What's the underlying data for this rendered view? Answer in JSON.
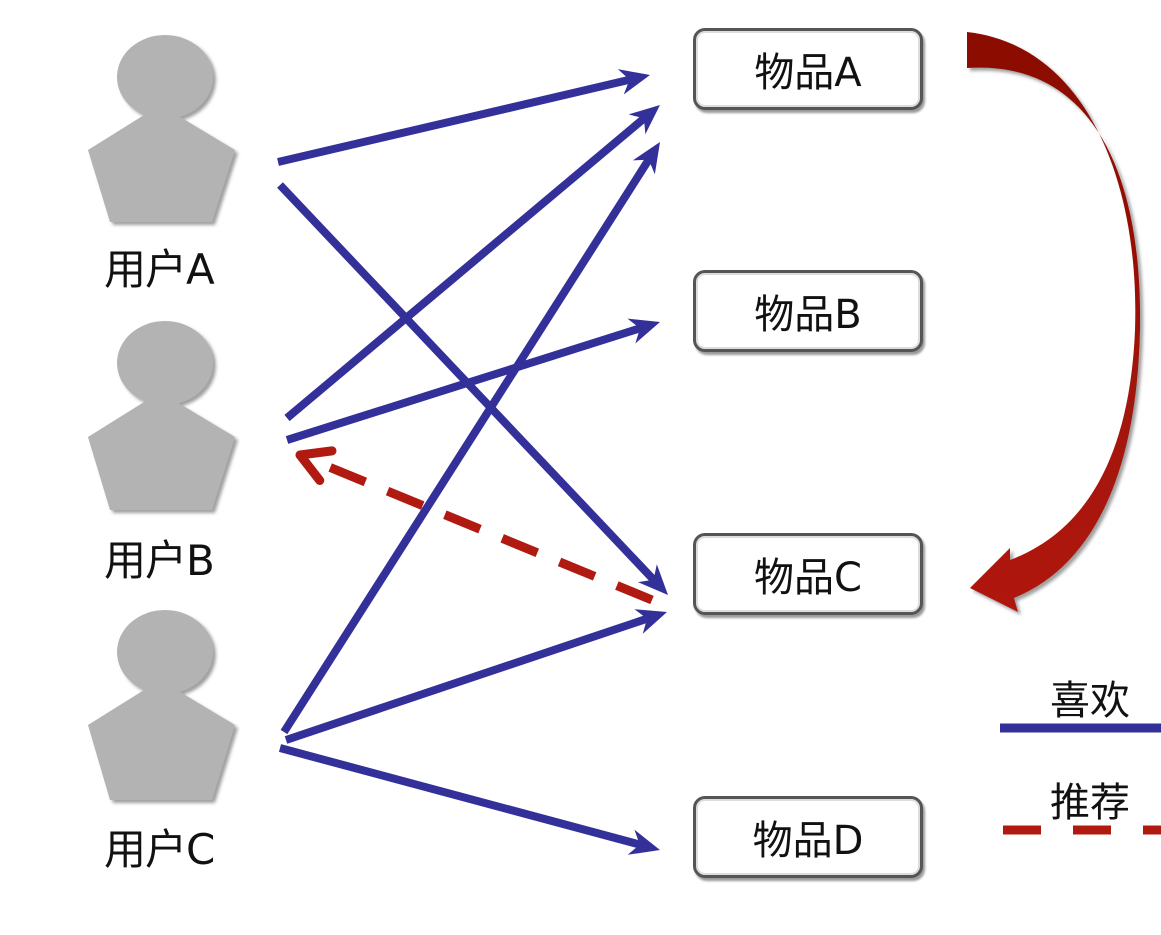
{
  "users": [
    {
      "id": "A",
      "label": "用户A"
    },
    {
      "id": "B",
      "label": "用户B"
    },
    {
      "id": "C",
      "label": "用户C"
    }
  ],
  "items": [
    {
      "id": "A",
      "label": "物品A"
    },
    {
      "id": "B",
      "label": "物品B"
    },
    {
      "id": "C",
      "label": "物品C"
    },
    {
      "id": "D",
      "label": "物品D"
    }
  ],
  "likes": [
    {
      "user": "A",
      "item": "A"
    },
    {
      "user": "A",
      "item": "C"
    },
    {
      "user": "B",
      "item": "A"
    },
    {
      "user": "B",
      "item": "B"
    },
    {
      "user": "C",
      "item": "A"
    },
    {
      "user": "C",
      "item": "C"
    },
    {
      "user": "C",
      "item": "D"
    }
  ],
  "recommendations": [
    {
      "item": "C",
      "user": "B"
    }
  ],
  "legend": {
    "like_label": "喜欢",
    "recommend_label": "推荐"
  },
  "colors": {
    "like": "#33309a",
    "recommend": "#b01a10",
    "curved_arrow": "#9a1208",
    "user_icon": "#b3b3b3"
  }
}
